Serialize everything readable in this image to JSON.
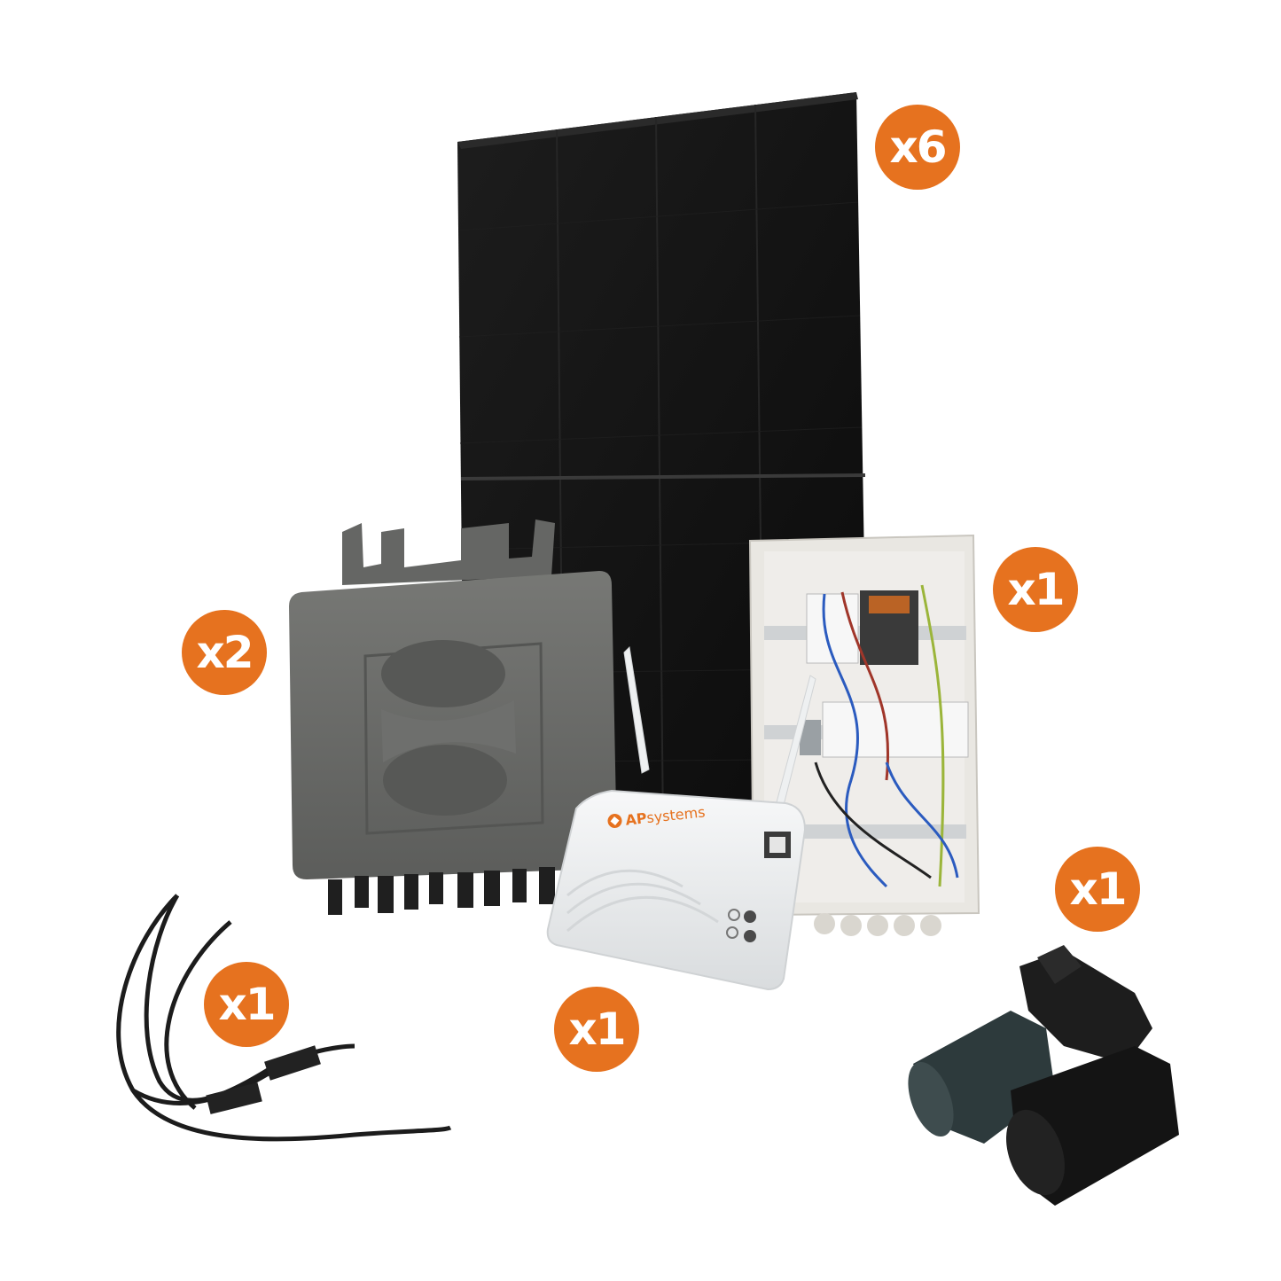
{
  "colors": {
    "badge_orange": "#e6721f",
    "panel_black": "#141414",
    "inverter_grey": "#6a6b69",
    "gateway_white": "#eef0f1",
    "box_beige": "#e9e7e2"
  },
  "products": {
    "solar_panel": {
      "quantity": "x6"
    },
    "microinverter": {
      "quantity": "x2"
    },
    "distribution_box": {
      "quantity": "x1"
    },
    "ecu_gateway": {
      "quantity": "x1",
      "brand_prefix": "AP",
      "brand_suffix": "systems"
    },
    "trunk_cable": {
      "quantity": "x1"
    },
    "connectors": {
      "quantity": "x1"
    }
  }
}
